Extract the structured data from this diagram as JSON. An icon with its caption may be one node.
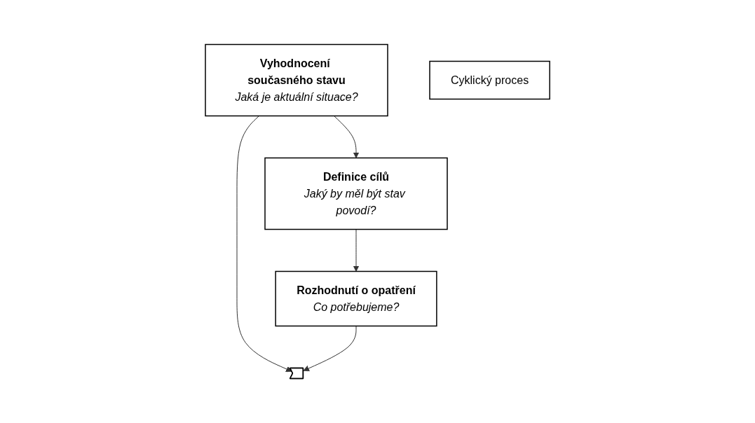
{
  "diagram": {
    "nodes": [
      {
        "text": [
          "Vyhodnocení současného stavu",
          "Jaká je aktuální situace?"
        ]
      },
      {
        "text": [
          "Definice cílů",
          "Jaký by měl být stav povodí?"
        ]
      },
      {
        "text": [
          "Rozhodnutí o opatření",
          "Co potřebujeme?"
        ]
      },
      {
        "text": [],
        "shape": "arrow"
      },
      {
        "text": [
          "Cyklický proces"
        ]
      }
    ],
    "edges": [
      {
        "from": 0,
        "to": 1,
        "arrow": "to"
      },
      {
        "from": 1,
        "to": 2,
        "arrow": "to"
      },
      {
        "from": 0,
        "to": 3,
        "arrow": "to"
      },
      {
        "from": 2,
        "to": 3,
        "arrow": "to"
      }
    ]
  }
}
